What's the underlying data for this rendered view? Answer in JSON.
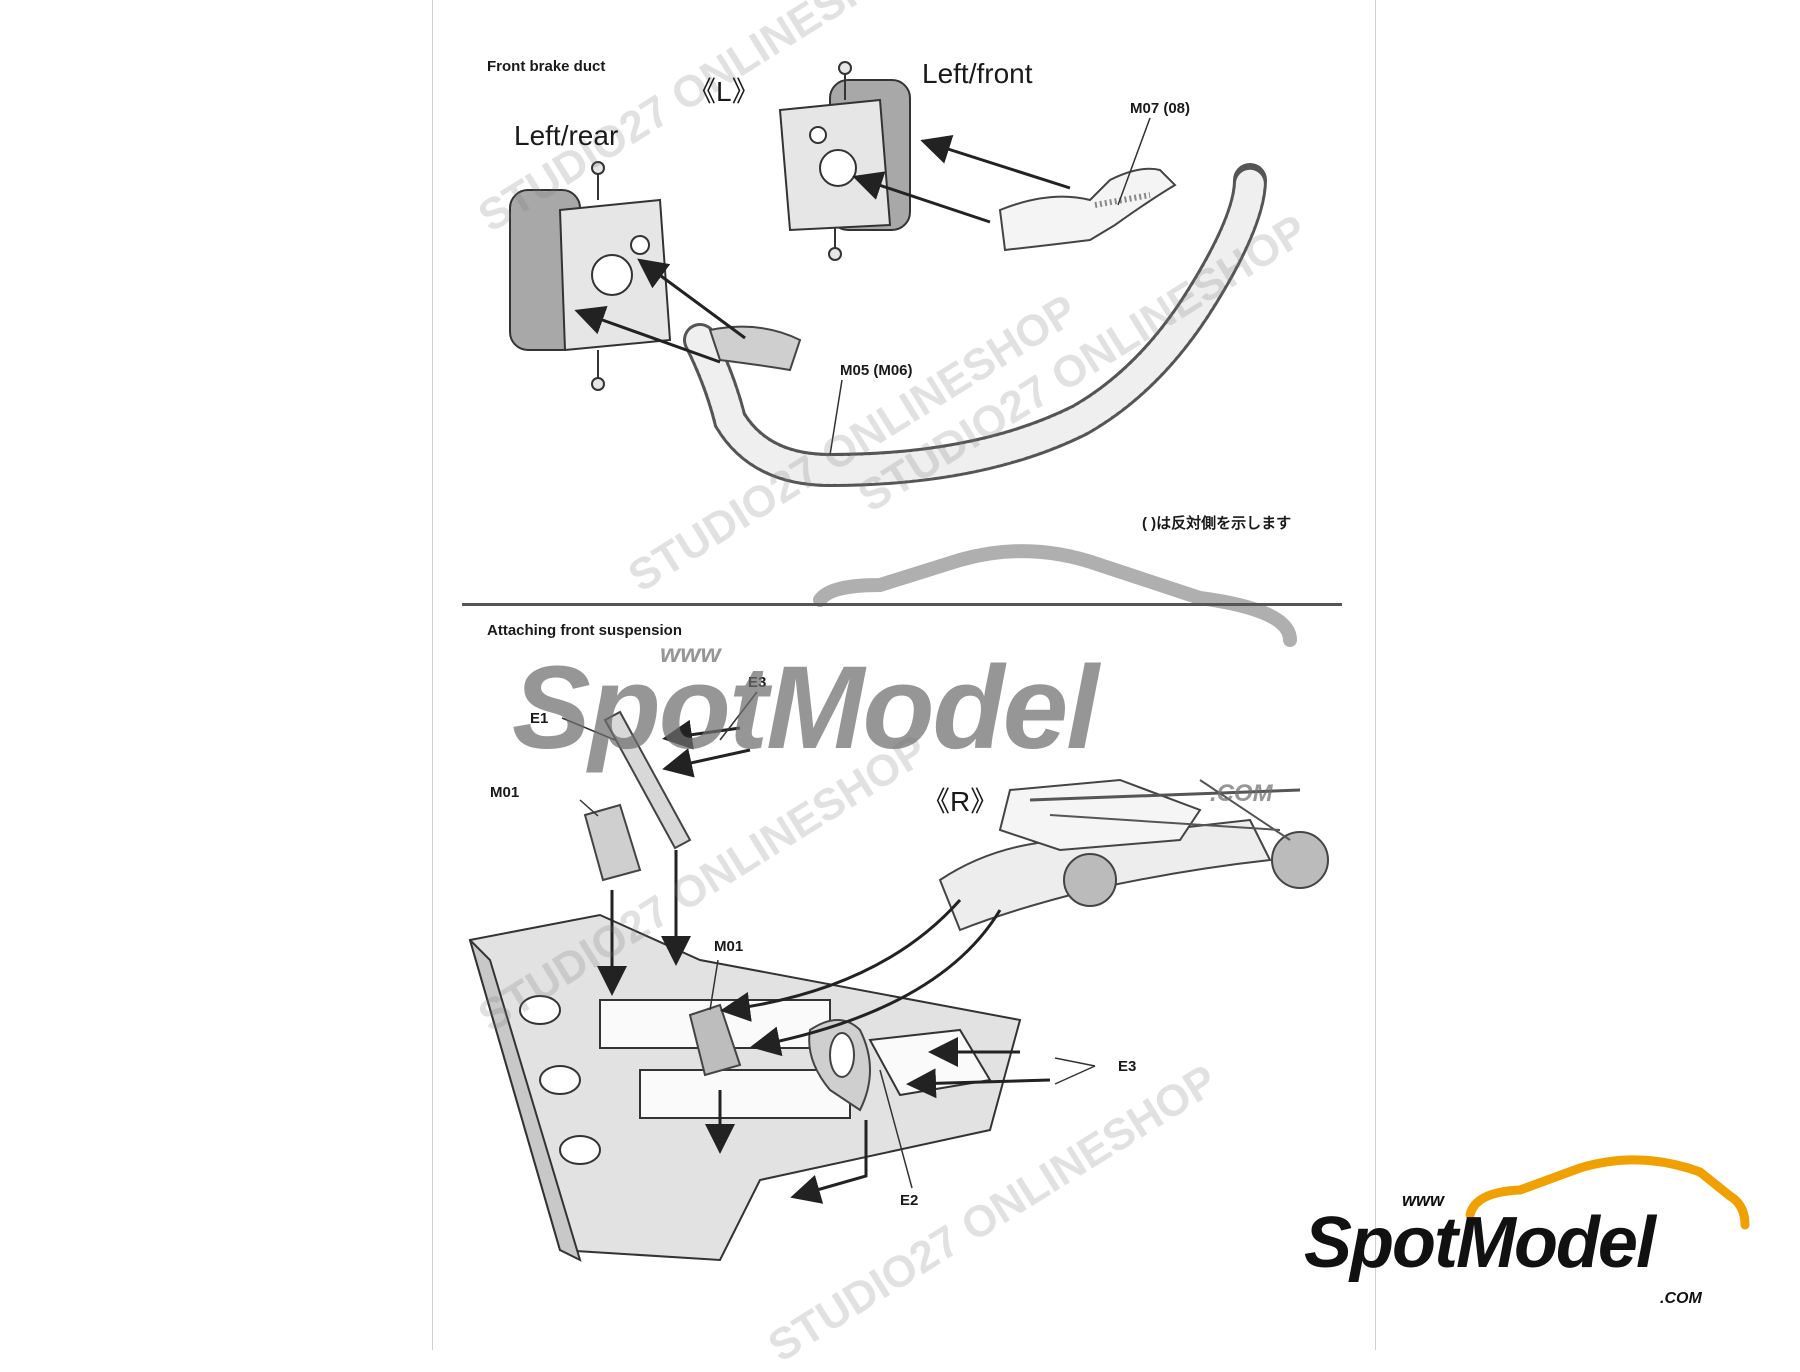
{
  "sections": {
    "top_title": "Front brake duct",
    "bottom_title": "Attaching front suspension"
  },
  "top_diagram": {
    "side_label": "《L》",
    "left_rear_label": "Left/rear",
    "left_front_label": "Left/front",
    "part_m07": "M07 (08)",
    "part_m05": "M05 (M06)",
    "note_jp": "( )は反対側を示します"
  },
  "bottom_diagram": {
    "side_label": "《R》",
    "part_e1": "E1",
    "part_e3_top": "E3",
    "part_m01_top": "M01",
    "part_m01_mid": "M01",
    "part_e3_right": "E3",
    "part_e2": "E2"
  },
  "watermark": {
    "brand": "SpotModel",
    "www": "www",
    "com": ".COM",
    "studio_text": "STUDIO27 ONLINESHOP",
    "accent_color": "#f0a000"
  }
}
